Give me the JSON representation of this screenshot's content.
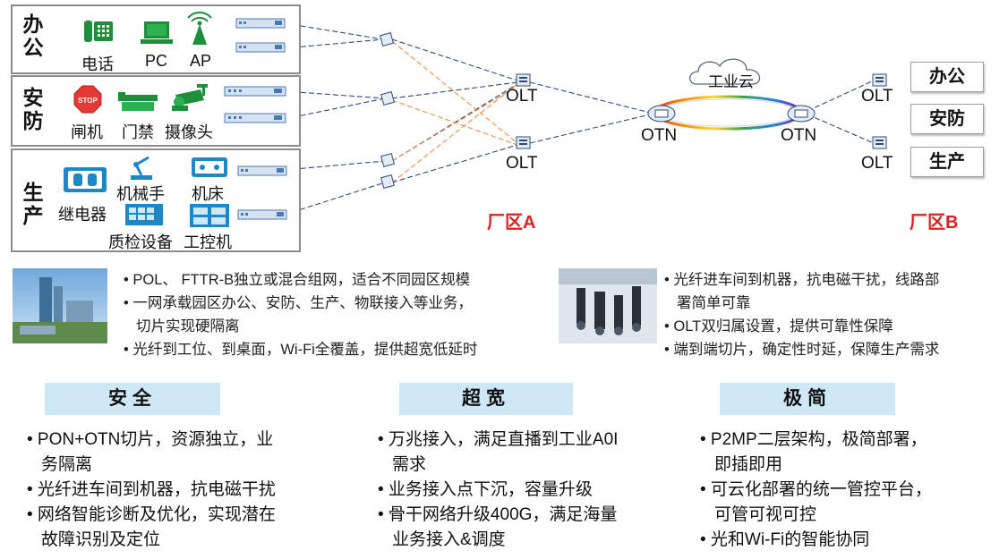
{
  "zones": {
    "office": {
      "title": "办公",
      "devices": [
        "电话",
        "PC",
        "AP"
      ]
    },
    "security": {
      "title": "安防",
      "devices": [
        "闸机",
        "门禁",
        "摄像头"
      ]
    },
    "production": {
      "title": "生产",
      "devices": [
        "继电器",
        "机械手",
        "机床",
        "质检设备",
        "工控机"
      ]
    }
  },
  "stop_sign_text": "STOP",
  "network": {
    "olt_a_top": "OLT",
    "olt_a_bottom": "OLT",
    "otn_left": "OTN",
    "otn_right": "OTN",
    "cloud": "工业云",
    "olt_b_top": "OLT",
    "olt_b_bottom": "OLT",
    "area_a": "厂区A",
    "area_b": "厂区B"
  },
  "right_boxes": [
    "办公",
    "安防",
    "生产"
  ],
  "bullets_left": [
    "• POL、 FTTR-B独立或混合组网，适合不同园区规模",
    "• 一网承载园区办公、安防、生产、物联接入等业务，",
    "  切片实现硬隔离",
    "• 光纤到工位、到桌面，Wi-Fi全覆盖，提供超宽低延时"
  ],
  "bullets_right": [
    "• 光纤进车间到机器，抗电磁干扰，线路部",
    "  署简单可靠",
    "• OLT双归属设置，提供可靠性保障",
    "• 端到端切片，确定性时延，保障生产需求"
  ],
  "columns": [
    {
      "header": "安全",
      "lines": [
        "• PON+OTN切片，资源独立，业",
        "  务隔离",
        "• 光纤进车间到机器，抗电磁干扰",
        "• 网络智能诊断及优化，实现潜在",
        "  故障识别及定位"
      ]
    },
    {
      "header": "超宽",
      "lines": [
        "• 万兆接入，满足直播到工业A0I",
        "  需求",
        "• 业务接入点下沉，容量升级",
        "• 骨干网络升级400G，满足海量",
        "  业务接入&调度"
      ]
    },
    {
      "header": "极简",
      "lines": [
        "• P2MP二层架构，极简部署，",
        "  即插即用",
        "• 可云化部署的统一管控平台，",
        "  可管可视可控",
        "• 光和Wi-Fi的智能协同"
      ]
    }
  ],
  "colors": {
    "accent_red": "#e0201e",
    "header_bg": "#cfe8f6",
    "blue_line": "#2f4a7a",
    "orange_line": "#e8904a",
    "icon_green": "#1d8f3a"
  }
}
